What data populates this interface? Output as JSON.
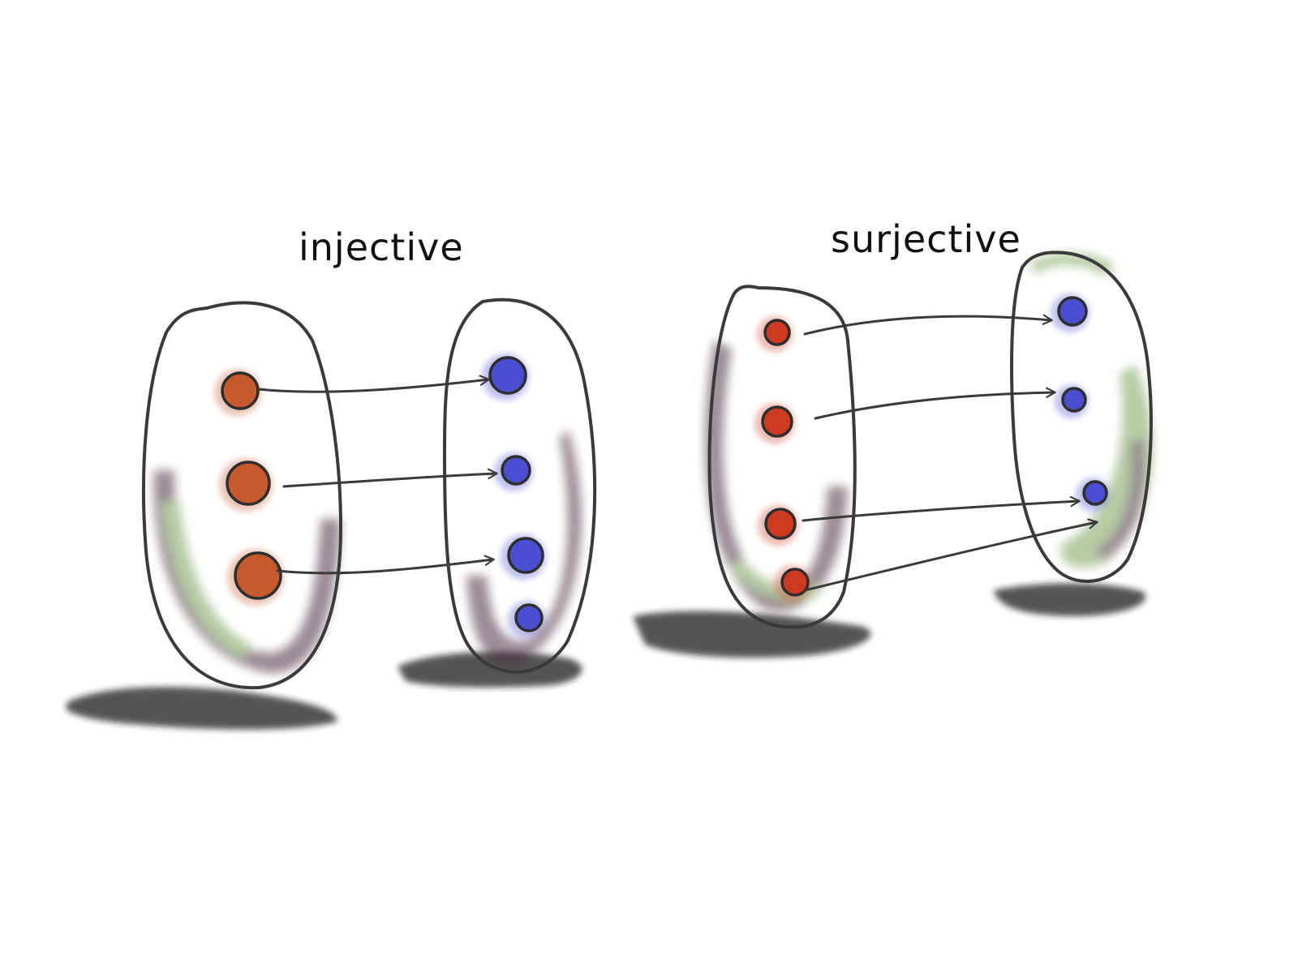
{
  "labels": {
    "injective": "injective",
    "surjective": "surjective"
  },
  "colors": {
    "outline": "#3a3a3a",
    "domain_point": "#c65a2e",
    "domain_point_surjective": "#cc3a22",
    "codomain_point": "#4a4fd1",
    "shading_dark": "#4a2f3c",
    "shading_green": "#7da05a",
    "shadow": "#1e1e1e"
  },
  "diagrams": {
    "injective": {
      "domain_size": 3,
      "codomain_size": 4,
      "mapping": [
        0,
        1,
        2
      ]
    },
    "surjective": {
      "domain_size": 4,
      "codomain_size": 3,
      "mapping": [
        0,
        1,
        2,
        2
      ]
    }
  }
}
